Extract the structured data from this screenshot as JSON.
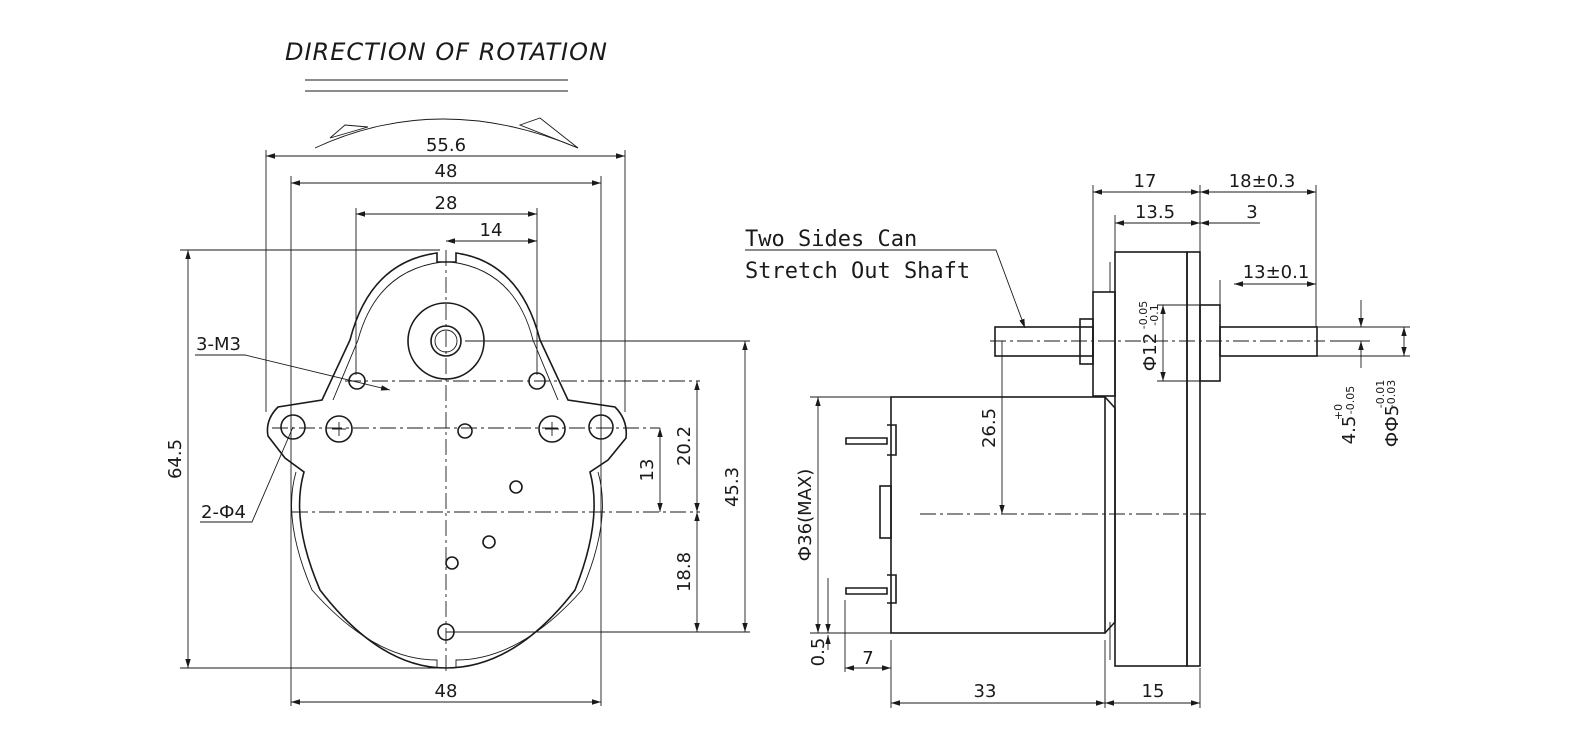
{
  "title": "DIRECTION OF ROTATION",
  "note": {
    "line1": "Two Sides Can",
    "line2": "Stretch Out Shaft"
  },
  "front_view": {
    "width_overall": "55.6",
    "width_top": "48",
    "hole_spacing": "28",
    "hole_offset": "14",
    "width_bottom": "48",
    "height_overall": "64.5",
    "height_shaft": "45.3",
    "height_20": "20.2",
    "height_13": "13",
    "height_18": "18.8",
    "label_m3": "3-M3",
    "label_holes": "2-Ф4"
  },
  "side_view": {
    "dim_17": "17",
    "dim_18": "18±0.3",
    "dim_13_5": "13.5",
    "dim_3": "3",
    "dim_13": "13±0.1",
    "dim_26": "26.5",
    "dim_36": "Ф36(MAX)",
    "dim_33": "33",
    "dim_15": "15",
    "dim_7": "7",
    "dim_05": "0.5",
    "dia_12": "Ф12",
    "dia_12_tol_up": "-0.05",
    "dia_12_tol_dn": "-0.1",
    "dim_45": "4.5",
    "dim_45_tol_up": "+0",
    "dim_45_tol_dn": "-0.05",
    "dia_5": "ФФ5",
    "dia_5_tol_up": "-0.01",
    "dia_5_tol_dn": "-0.03"
  }
}
